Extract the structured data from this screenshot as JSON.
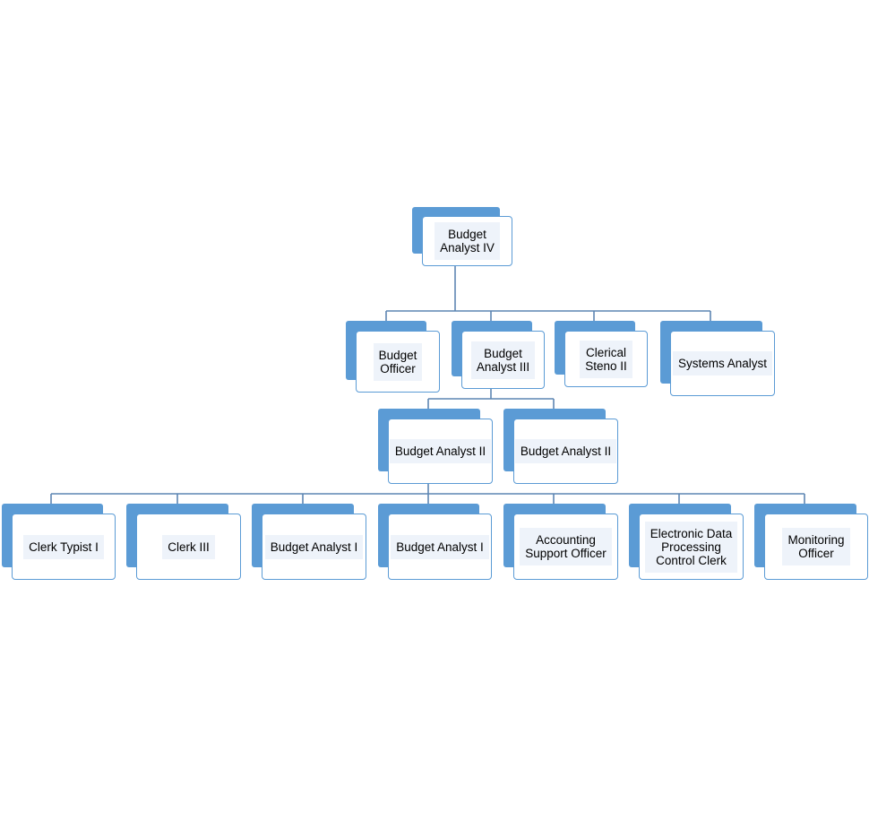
{
  "nodes": {
    "root": {
      "label": "Budget\nAnalyst IV"
    },
    "budget_officer": {
      "label": "Budget\nOfficer"
    },
    "budget_analyst_iii": {
      "label": "Budget\nAnalyst III"
    },
    "clerical_steno_ii": {
      "label": "Clerical\nSteno II"
    },
    "systems_analyst": {
      "label": "Systems Analyst"
    },
    "budget_analyst_ii_a": {
      "label": "Budget Analyst II"
    },
    "budget_analyst_ii_b": {
      "label": "Budget Analyst II"
    },
    "clerk_typist_i": {
      "label": "Clerk Typist I"
    },
    "clerk_iii": {
      "label": "Clerk III"
    },
    "budget_analyst_i_a": {
      "label": "Budget Analyst I"
    },
    "budget_analyst_i_b": {
      "label": "Budget Analyst I"
    },
    "accounting_support_officer": {
      "label": "Accounting\nSupport Officer"
    },
    "edp_control_clerk": {
      "label": "Electronic Data\nProcessing\nControl Clerk"
    },
    "monitoring_officer": {
      "label": "Monitoring\nOfficer"
    }
  },
  "colors": {
    "accent": "#5b9bd5",
    "connector": "#5d86b3",
    "label_fill": "#eef3fa"
  }
}
